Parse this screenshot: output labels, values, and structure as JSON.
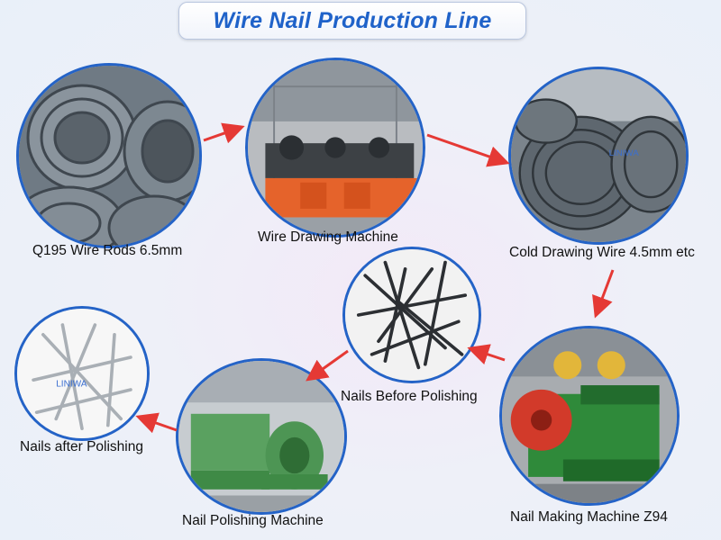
{
  "title": "Wire Nail Production Line",
  "colors": {
    "title": "#1f62c9",
    "circle_border": "#2463c7",
    "arrow": "#e53935"
  },
  "steps": [
    {
      "id": "wire-rods",
      "label": "Q195 Wire Rods 6.5mm"
    },
    {
      "id": "wire-drawing",
      "label": "Wire Drawing Machine"
    },
    {
      "id": "cold-drawing",
      "label": "Cold Drawing Wire 4.5mm etc"
    },
    {
      "id": "nail-making",
      "label": "Nail Making Machine Z94"
    },
    {
      "id": "nails-before",
      "label": "Nails Before Polishing"
    },
    {
      "id": "polishing",
      "label": "Nail Polishing Machine"
    },
    {
      "id": "nails-after",
      "label": "Nails after Polishing"
    }
  ],
  "watermark": "LINIWA"
}
